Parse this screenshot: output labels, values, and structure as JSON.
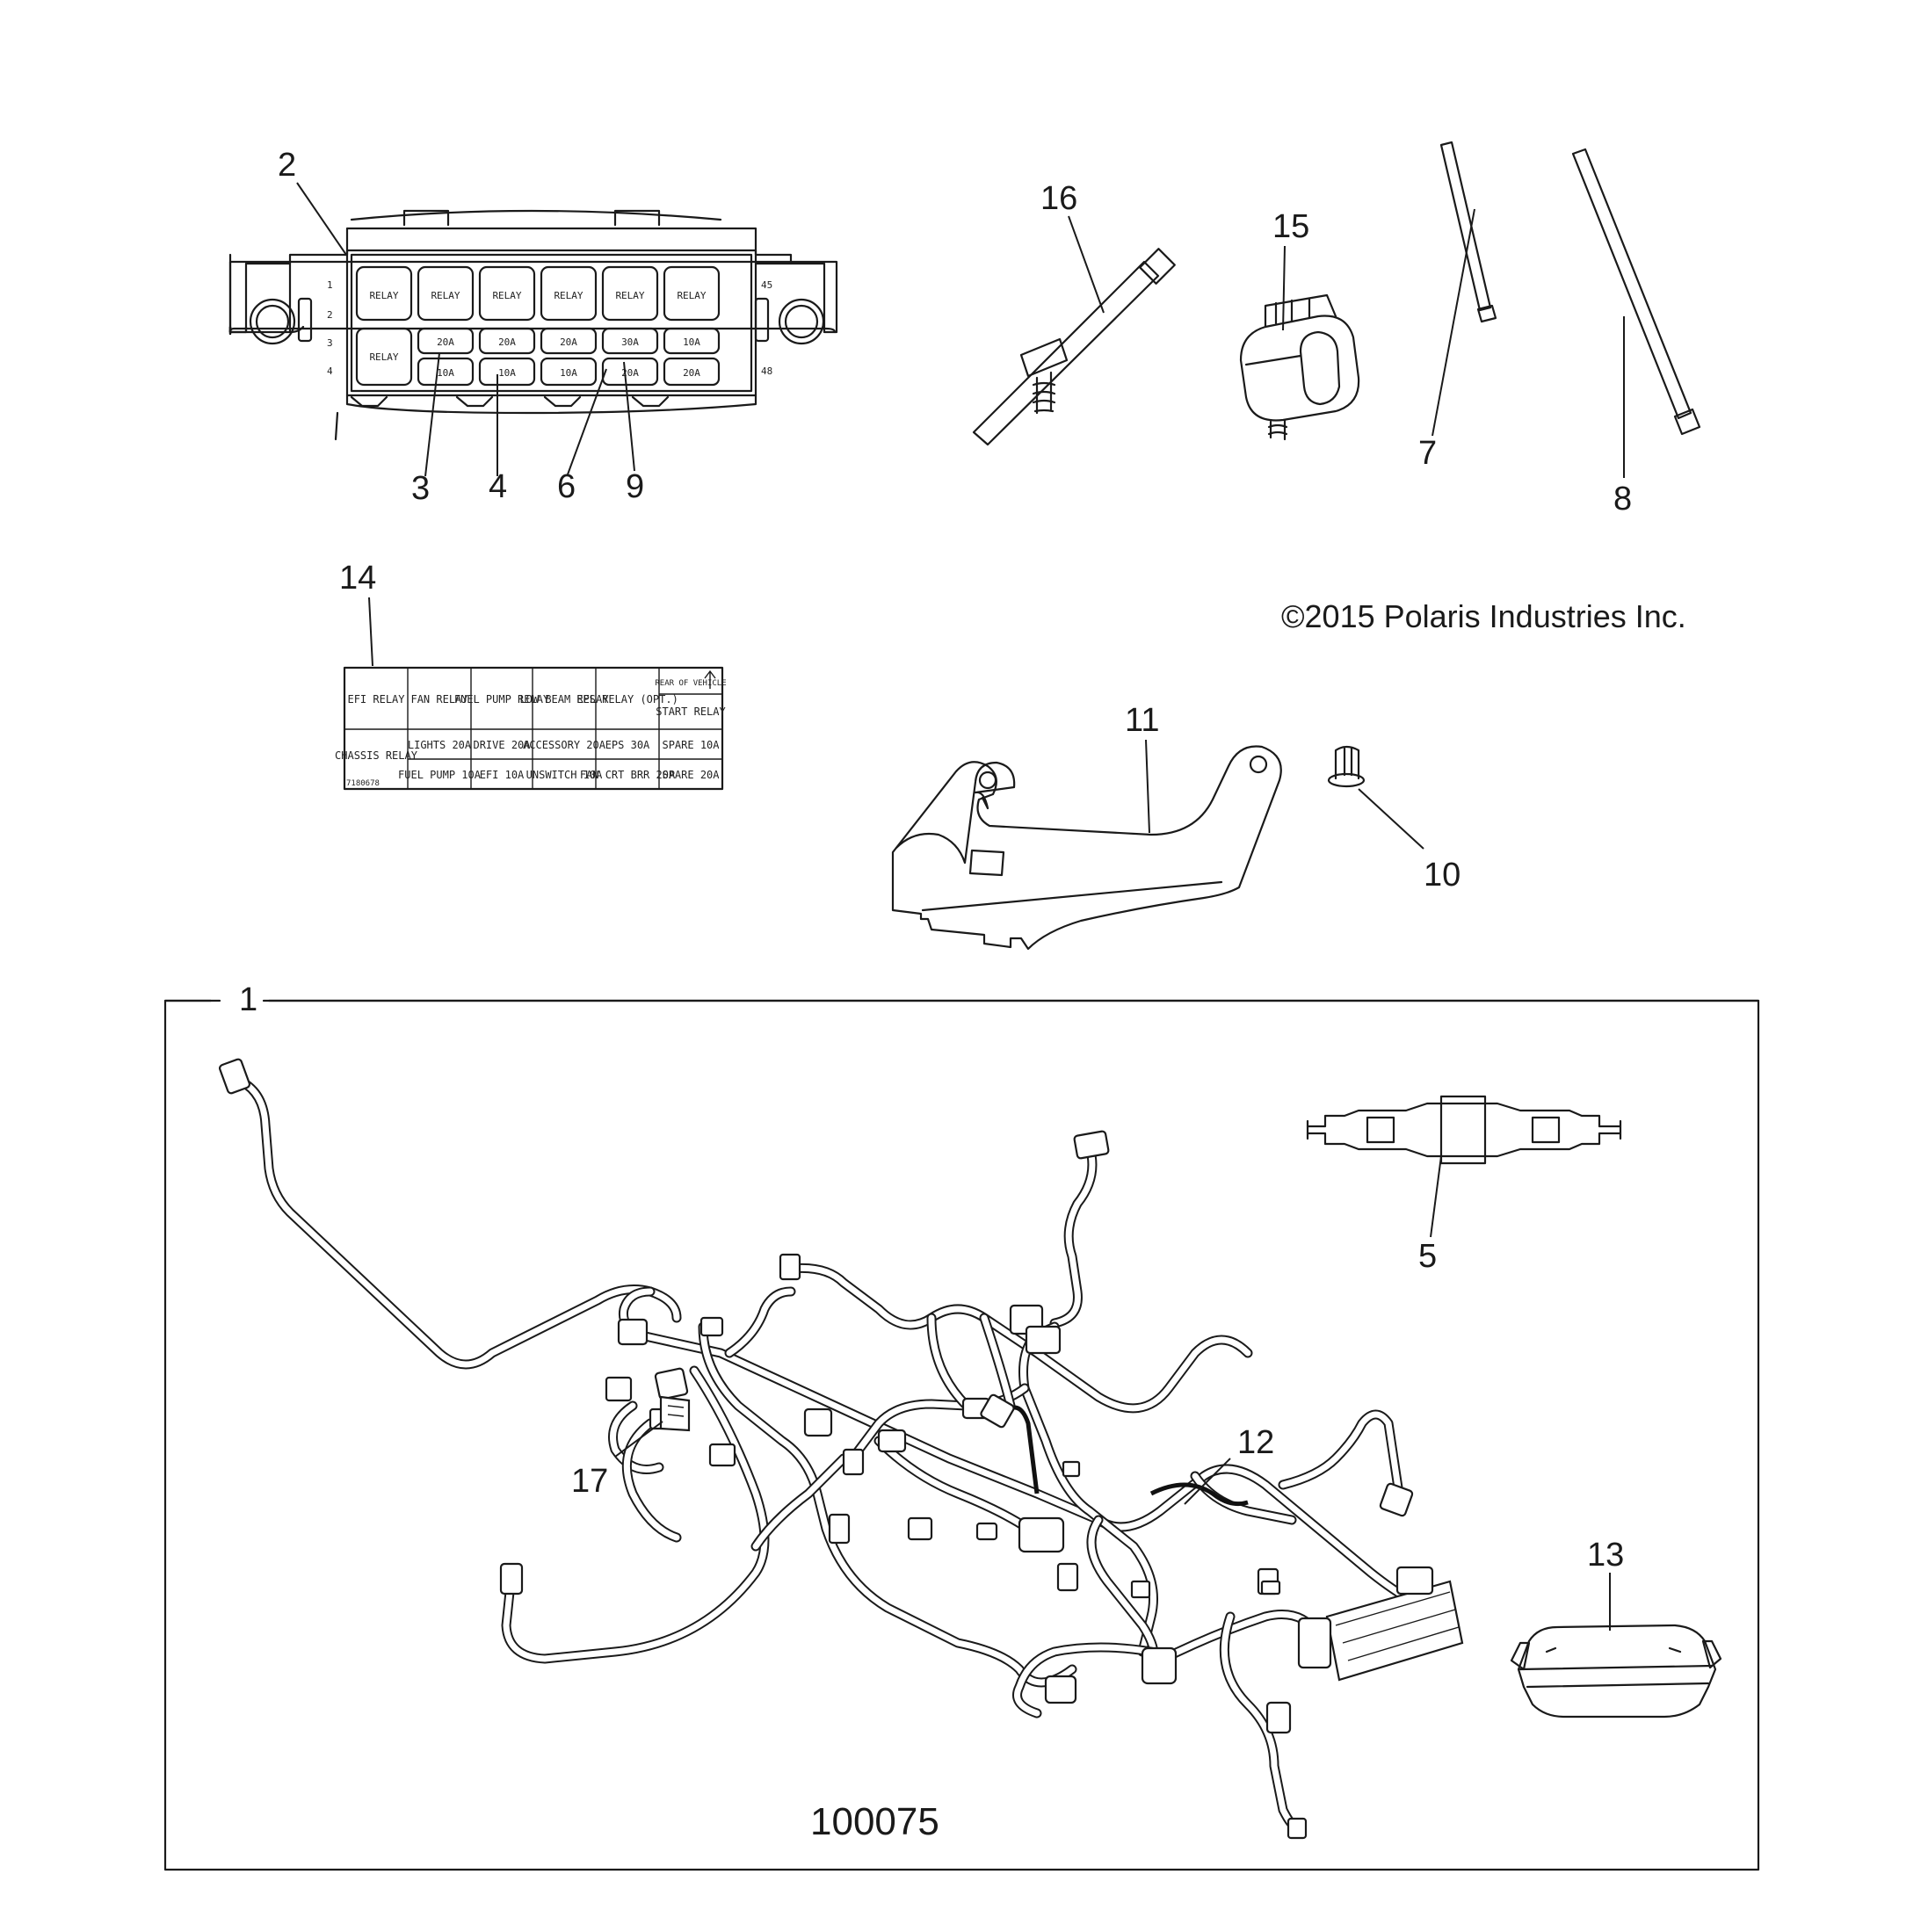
{
  "callouts": {
    "c1": "1",
    "c2": "2",
    "c3": "3",
    "c4": "4",
    "c5": "5",
    "c6": "6",
    "c7": "7",
    "c8": "8",
    "c9": "9",
    "c10": "10",
    "c11": "11",
    "c12": "12",
    "c13": "13",
    "c14": "14",
    "c15": "15",
    "c16": "16",
    "c17": "17"
  },
  "copyright": "©2015 Polaris Industries Inc.",
  "drawing_number": "100075",
  "fuse_box": {
    "relay_label": "RELAY",
    "row_numbers": [
      "1",
      "2",
      "3",
      "4"
    ],
    "side_numbers": [
      "45",
      "48"
    ],
    "row3_fuses": [
      "20A",
      "20A",
      "20A",
      "30A",
      "10A"
    ],
    "row4_fuses": [
      "10A",
      "10A",
      "10A",
      "20A",
      "20A"
    ]
  },
  "label_14": {
    "row1": [
      "EFI RELAY",
      "FAN RELAY",
      "FUEL PUMP RELAY",
      "LOW BEAM RELAY",
      "EPS RELAY (OPT.)"
    ],
    "rear_label": "REAR OF VEHICLE",
    "start_relay": "START RELAY",
    "chassis_relay": "CHASSIS RELAY",
    "row2": [
      "LIGHTS 20A",
      "DRIVE 20A",
      "ACCESSORY 20A",
      "EPS 30A",
      "SPARE 10A"
    ],
    "row3": [
      "FUEL PUMP 10A",
      "EFI 10A",
      "UNSWITCH 10A",
      "FAN CRT BRR 20A",
      "SPARE 20A"
    ],
    "part_code": "7180678"
  }
}
